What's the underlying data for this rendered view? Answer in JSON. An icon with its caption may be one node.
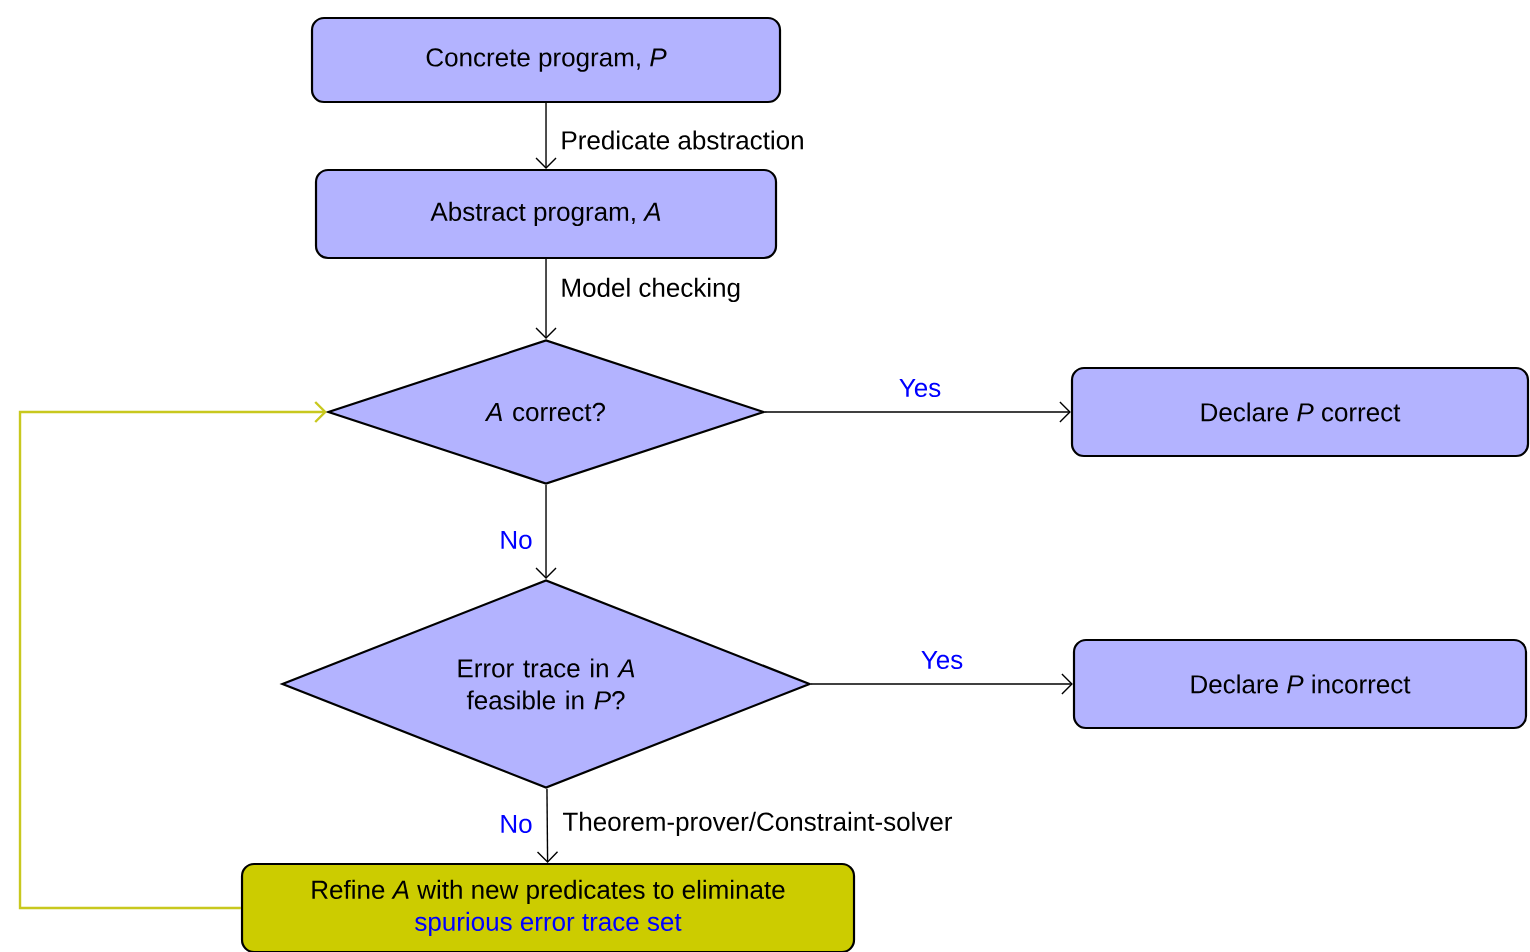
{
  "diagram": {
    "nodes": [
      {
        "text": [
          "Concrete program, *P*"
        ]
      },
      {
        "text": [
          "Abstract program, *A*"
        ]
      },
      {
        "text": [
          "*A* correct?"
        ]
      },
      {
        "text": [
          "Declare *P* correct"
        ]
      },
      {
        "text": [
          "Error trace in *A* feasible in *P*?"
        ]
      },
      {
        "text": [
          "Declare *P* incorrect"
        ]
      },
      {
        "text": [
          "Refine *A* with new predicates to eliminate",
          "spurious error trace set"
        ]
      }
    ],
    "edges": [
      {
        "from": 0,
        "to": 1,
        "arrow": "to",
        "label": "Predicate abstraction"
      },
      {
        "from": 1,
        "to": 2,
        "arrow": "to",
        "label": "Model checking"
      },
      {
        "from": 2,
        "to": 3,
        "arrow": "to",
        "label": "Yes"
      },
      {
        "from": 2,
        "to": 4,
        "arrow": "to",
        "label": "No"
      },
      {
        "from": 4,
        "to": 5,
        "arrow": "to",
        "label": "Yes"
      },
      {
        "from": 4,
        "to": 6,
        "arrow": "to",
        "label": "No"
      },
      {
        "from": 6,
        "to": 2,
        "arrow": "to",
        "color": "#c8c81e"
      }
    ],
    "labels": [
      "Theorem-prover/Constraint-solver"
    ]
  }
}
